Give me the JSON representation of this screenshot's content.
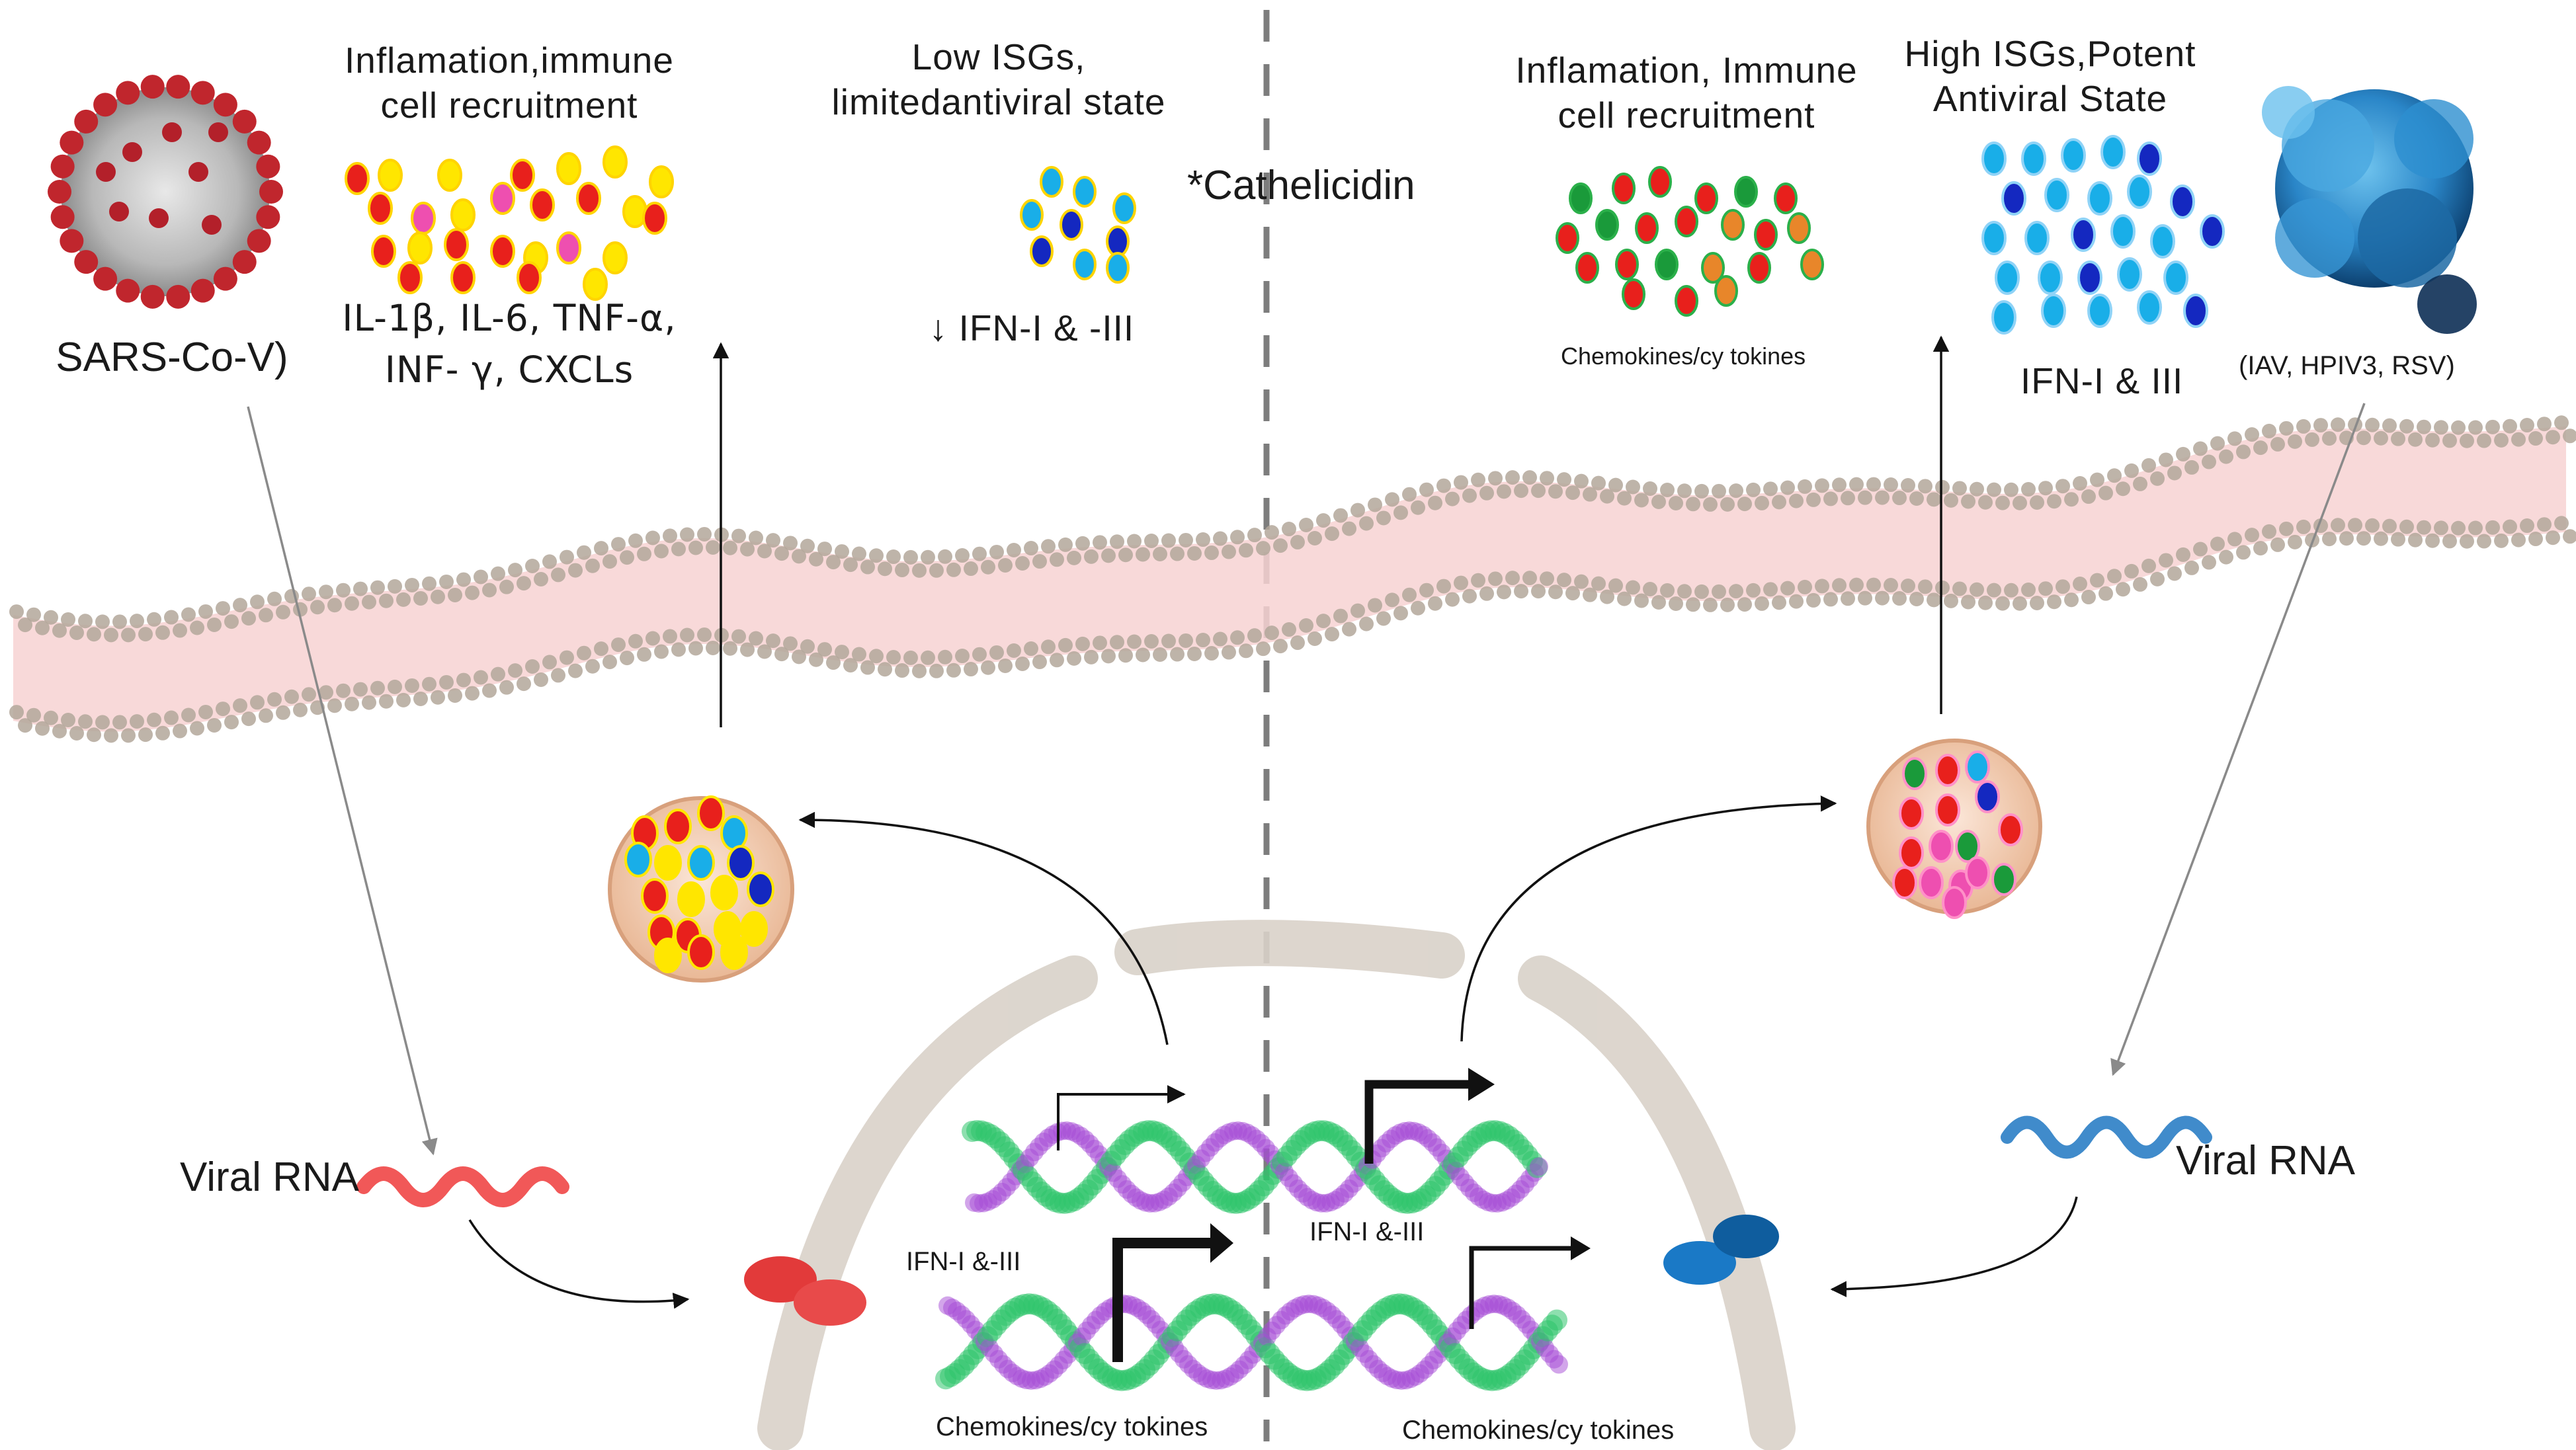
{
  "left": {
    "virus_label": "SARS-Co-V)",
    "inflammation_title_1": "Inflamation,immune",
    "inflammation_title_2": "cell recruitment",
    "cytokines_line_1": "IL-1β, IL-6, TNF-α,",
    "cytokines_line_2": "INF- γ, CXCLs",
    "isg_title_1": "Low ISGs,",
    "isg_title_2": "limitedantiviral state",
    "ifn_label": "↓ IFN-I & -III",
    "cathelicidin": "*Cathelicidin",
    "viral_rna": "Viral RNA",
    "gene_ifn": "IFN-I &-III",
    "gene_chemokines": "Chemokines/cy tokines"
  },
  "right": {
    "inflammation_title_1": "Inflamation, Immune",
    "inflammation_title_2": "cell recruitment",
    "chemokines_label": "Chemokines/cy tokines",
    "isg_title_1": "High ISGs,Potent",
    "isg_title_2": "Antiviral State",
    "ifn_label": "IFN-I & III",
    "virus_label": "(IAV, HPIV3, RSV)",
    "viral_rna": "Viral RNA",
    "gene_ifn": "IFN-I &-III",
    "gene_chemokines": "Chemokines/cy tokines"
  },
  "colors": {
    "red": "#e8201c",
    "yellow": "#ffe600",
    "pink": "#ee4fb0",
    "cyan": "#19aee8",
    "blue": "#1428c0",
    "green": "#1a9a3a",
    "orange": "#e8862a",
    "membrane_core": "#f7d2d2",
    "membrane_bead": "#b3a79a",
    "dna_green": "#2fc56b",
    "dna_purple": "#a54bd6"
  }
}
